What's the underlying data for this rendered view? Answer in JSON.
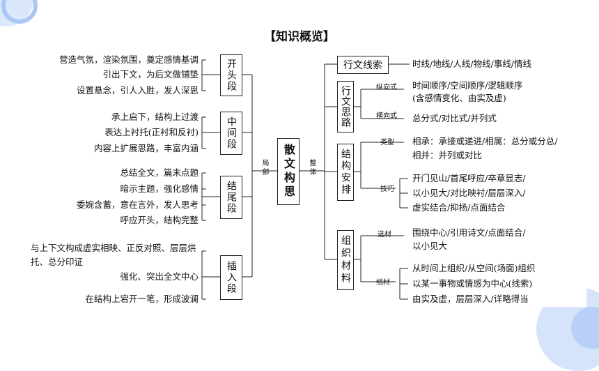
{
  "title": "【知识概览】",
  "center": {
    "label": "散文构思",
    "left_link": "局部",
    "right_link": "整体"
  },
  "left_groups": [
    {
      "name": "开头段",
      "items": [
        "营造气氛，渲染氛围，奠定感情基调",
        "引出下文，为后文做铺垫",
        "设置悬念，引人入胜，发人深思"
      ]
    },
    {
      "name": "中间段",
      "items": [
        "承上启下，结构上过渡",
        "表达上衬托(正衬和反衬)",
        "内容上扩展思路，丰富内涵"
      ]
    },
    {
      "name": "结尾段",
      "items": [
        "总结全文，篇末点题",
        "暗示主题，强化感情",
        "委婉含蓄，意在言外，发人思考",
        "呼应开头，结构完整"
      ]
    },
    {
      "name": "插入段",
      "items": [
        "与上下文构成虚实相映、正反对照、层层烘托、总分印证",
        "强化、突出全文中心",
        "在结构上宕开一笔，形成波澜"
      ]
    }
  ],
  "right": {
    "xingwen": {
      "name": "行文线索",
      "value": "时线/地线/人线/物线/事线/情线"
    },
    "silu": {
      "name": "行文思路",
      "subs": [
        {
          "label": "纵向式",
          "value_line1": "时间顺序/空间顺序/逻辑顺序",
          "value_line2": "(含感情变化、由实及虚)"
        },
        {
          "label": "横向式",
          "value_line1": "总分式/对比式/并列式"
        }
      ]
    },
    "jiegou": {
      "name": "结构安排",
      "subs": [
        {
          "label": "类型",
          "value_line1": "相承：承接或递进/相属：总分或分总/",
          "value_line2": "相并：并列或对比"
        },
        {
          "label": "技巧",
          "lines": [
            "开门见山/首尾呼应/卒章显志/",
            "以小见大/对比映衬/层层深入/",
            "虚实结合/抑扬/点面结合"
          ]
        }
      ]
    },
    "cailiao": {
      "name": "组织材料",
      "subs": [
        {
          "label": "选材",
          "value_line1": "围绕中心/引用诗文/点面结合/",
          "value_line2": "以小见大"
        },
        {
          "label": "组材",
          "lines": [
            "从时间上组织/从空间(场面)组织",
            "以某一事物或情感为中心(线索)",
            "由实及虚，层层深入/详略得当"
          ]
        }
      ]
    }
  },
  "colors": {
    "accent_blue": "#cfe0fb",
    "panel_bg": "#ffffff",
    "page_bg": "#ffffff",
    "line": "#222222"
  }
}
